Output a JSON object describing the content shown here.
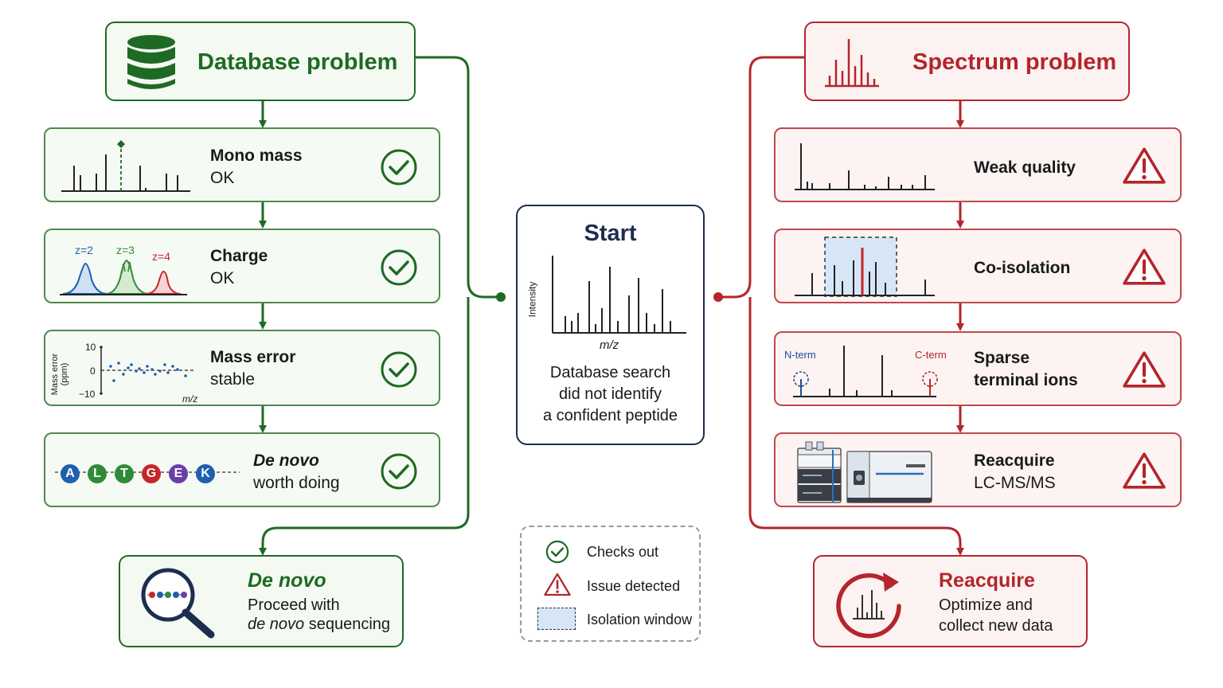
{
  "database": {
    "title": "Database problem",
    "steps": [
      {
        "title": "Mono mass",
        "sub": "OK"
      },
      {
        "title": "Charge",
        "sub": "OK"
      },
      {
        "title": "Mass error",
        "sub": "stable"
      },
      {
        "title": "De novo",
        "sub": "worth doing"
      }
    ],
    "charge_labels": [
      "z=2",
      "z=3",
      "z=4"
    ],
    "mass_error_axis": {
      "ylabel": "Mass error (ppm)",
      "yticks": [
        "10",
        "0",
        "−10"
      ],
      "xlabel": "m/z"
    },
    "residues": [
      "A",
      "L",
      "T",
      "G",
      "E",
      "K"
    ],
    "outcome": {
      "title": "De novo",
      "line1": "Proceed with",
      "line2_italic": "de novo",
      "line2_rest": " sequencing"
    }
  },
  "start": {
    "title": "Start",
    "ylabel": "Intensity",
    "xlabel": "m/z",
    "lines": [
      "Database search",
      "did not identify",
      "a confident peptide"
    ]
  },
  "spectrum": {
    "title": "Spectrum problem",
    "steps": [
      {
        "title": "Weak quality",
        "sub": ""
      },
      {
        "title": "Co-isolation",
        "sub": ""
      },
      {
        "title": "Sparse",
        "sub": "terminal ions"
      },
      {
        "title": "Reacquire",
        "sub": "LC-MS/MS"
      }
    ],
    "terminal_labels": [
      "N-term",
      "C-term"
    ],
    "outcome": {
      "title": "Reacquire",
      "line1": "Optimize and",
      "line2": "collect new data"
    }
  },
  "legend": {
    "items": [
      "Checks out",
      "Issue detected",
      "Isolation window"
    ]
  },
  "colors": {
    "green": "#1e6a24",
    "red": "#b3262b",
    "navy": "#1c2d4f",
    "residues": [
      "#1f5fb0",
      "#2e8b3a",
      "#2e8b3a",
      "#c6262b",
      "#6b3fa6",
      "#1f5fb0"
    ]
  },
  "icons": {
    "check": "check-circle-icon",
    "warn": "warning-triangle-icon",
    "database": "database-icon",
    "spectrum": "spectrum-icon",
    "magnifier": "magnifier-icon",
    "refresh": "refresh-cycle-icon",
    "instrument": "lc-ms-instrument-icon"
  }
}
